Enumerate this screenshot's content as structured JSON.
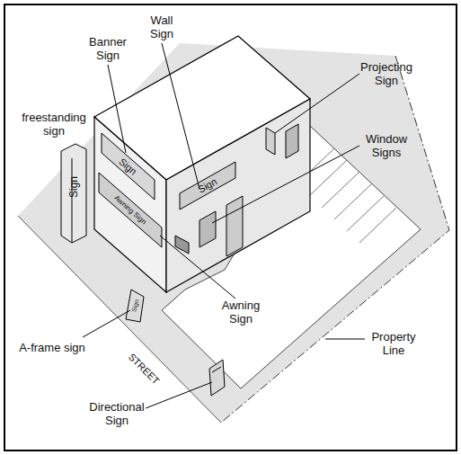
{
  "diagram": {
    "labels": [
      "freestanding sign",
      "Sign",
      "Banner Sign",
      "Wall Sign",
      "Sign",
      "Sign",
      "Awning Sign",
      "Projecting Sign",
      "Window Signs",
      "Awning Sign",
      "A-frame sign",
      "Sign",
      "STREET",
      "Property Line",
      "Directional Sign"
    ]
  }
}
